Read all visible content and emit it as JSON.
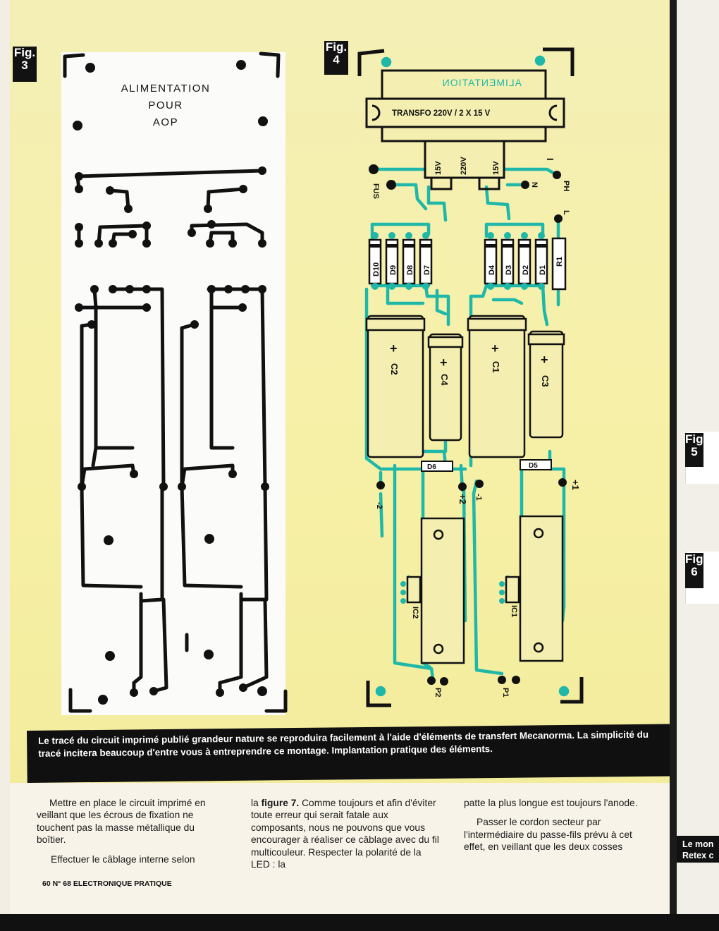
{
  "fig3": {
    "tag_top": "Fig.",
    "tag_num": "3",
    "title_lines": [
      "ALIMENTATION",
      "POUR",
      "AOP"
    ]
  },
  "fig4": {
    "tag_top": "Fig.",
    "tag_num": "4",
    "mirrored_title_lines": [
      "ALIMENTATION",
      "POUR",
      "AOP"
    ],
    "transformer_label": "TRANSFO  220V / 2 X 15 V",
    "pin_labels": [
      "15V",
      "220V",
      "15V"
    ],
    "diodes": [
      "D10",
      "D9",
      "D8",
      "D7",
      "D4",
      "D3",
      "D2",
      "D1"
    ],
    "resistor": "R1",
    "capacitors": [
      "C2",
      "C4",
      "C1",
      "C3"
    ],
    "small_diodes": [
      "D6",
      "D5"
    ],
    "ics": [
      "IC2",
      "IC1"
    ],
    "terminals": [
      "FUS",
      "I",
      "N",
      "PH",
      "L",
      "-2",
      "+2",
      "-1",
      "+1",
      "P2",
      "P1"
    ]
  },
  "side": {
    "fig5_top": "Fig.",
    "fig5_num": "5",
    "fig6_top": "Fig.",
    "fig6_num": "6",
    "caption_line1": "Le mon",
    "caption_line2": "Retex c"
  },
  "caption": "Le tracé du circuit imprimé publié grandeur nature se reproduira facilement à l'aide d'éléments de transfert Mecanorma. La simplicité du tracé incitera beaucoup d'entre vous à entreprendre ce montage. Implantation pratique des éléments.",
  "columns": {
    "col1": [
      "Mettre en place le circuit imprimé en veillant que les écrous de fixation ne touchent pas la masse métallique du boîtier.",
      "Effectuer le câblage interne selon"
    ],
    "col2_pre": "la ",
    "col2_bold": "figure 7.",
    "col2_post": " Comme toujours et afin d'éviter toute erreur qui serait fatale aux composants, nous ne pouvons que vous encourager à réaliser ce câblage avec du fil multicouleur. Respecter la polarité de la LED : la",
    "col3": [
      "patte la plus longue est toujours l'anode.",
      "Passer le cordon secteur par l'intermédiaire du passe-fils prévu à cet effet, en veillant que les deux cosses"
    ]
  },
  "footer": "60 N° 68 ELECTRONIQUE PRATIQUE",
  "colors": {
    "copper": "#111111",
    "implant": "#1fb8a8",
    "background": "#f4efb0"
  }
}
